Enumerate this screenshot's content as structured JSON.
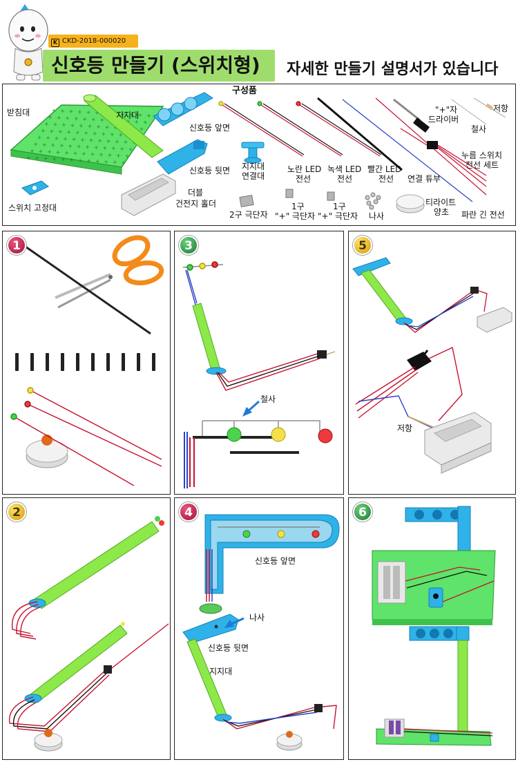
{
  "header": {
    "cert_prefix": "K",
    "cert_code": "CKD-2018-000020",
    "title": "신호등 만들기 (스위치형)",
    "subtitle": "자세한 만들기 설명서가 있습니다"
  },
  "parts": {
    "heading": "구성품",
    "base_board": "받침대",
    "support_pole": "지지대",
    "light_front": "신호등 앞면",
    "light_back": "신호등 뒷면",
    "pole_connector_1": "지지대",
    "pole_connector_2": "연결대",
    "switch_holder": "스위치 고정대",
    "battery_holder_1": "더블",
    "battery_holder_2": "건전지 홀더",
    "yellow_led_1": "노란 LED",
    "yellow_led_2": "전선",
    "green_led_1": "녹색 LED",
    "green_led_2": "전선",
    "red_led_1": "빨간 LED",
    "red_led_2": "전선",
    "tube": "연결 튜부",
    "screwdriver_1": "\"+\"자",
    "screwdriver_2": "드라이버",
    "wire_steel": "철사",
    "resistor": "저항",
    "push_switch_1": "누름 스위치",
    "push_switch_2": "전선 세트",
    "blue_wire": "파란 긴 전선",
    "terminal_2": "2구 극단자",
    "terminal_1a_1": "1구",
    "terminal_1a_2": "\"+\" 극단자",
    "terminal_1b_1": "1구",
    "terminal_1b_2": "\"+\" 극단자",
    "screw": "나사",
    "tealight_1": "티라이트",
    "tealight_2": "양초"
  },
  "steps": [
    {
      "number": "1",
      "color": "#c8174a"
    },
    {
      "number": "2",
      "color": "#e6b800"
    },
    {
      "number": "3",
      "color": "#23914a",
      "annotations": {
        "wire": "철사"
      }
    },
    {
      "number": "4",
      "color": "#c8174a",
      "annotations": {
        "front": "신호등 앞면",
        "screw": "나사",
        "back": "신호등 뒷면",
        "pole": "지지대"
      }
    },
    {
      "number": "5",
      "color": "#e6b800",
      "annotations": {
        "resistor": "저항"
      }
    },
    {
      "number": "6",
      "color": "#23914a"
    }
  ],
  "colors": {
    "title_bg": "#9edd6c",
    "cert_bg": "#f6b21c",
    "board_green": "#5fe36a",
    "pole_green": "#8de84a",
    "part_blue": "#2fb2e8"
  }
}
